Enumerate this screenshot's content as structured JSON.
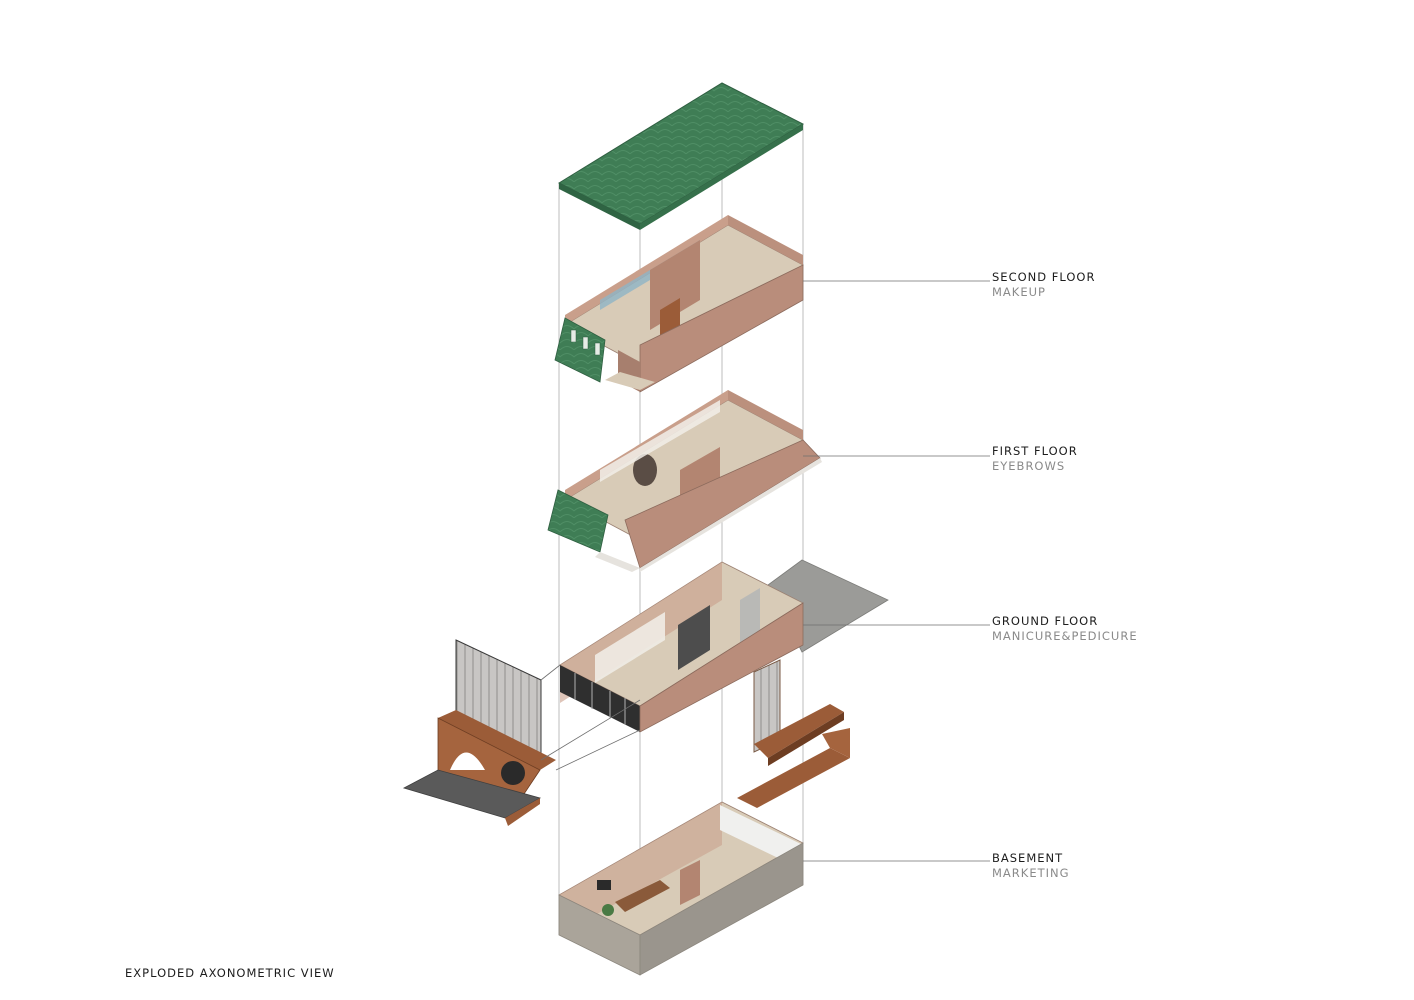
{
  "caption": "EXPLODED AXONOMETRIC VIEW",
  "levels": [
    {
      "name": "SECOND FLOOR",
      "use": "MAKEUP"
    },
    {
      "name": "FIRST FLOOR",
      "use": "EYEBROWS"
    },
    {
      "name": "GROUND FLOOR",
      "use": "MANICURE&PEDICURE"
    },
    {
      "name": "BASEMENT",
      "use": "MARKETING"
    }
  ],
  "colors": {
    "roof_green": "#3f7d55",
    "wall_pink": "#b98d7b",
    "floor_beige": "#d8cbb7",
    "wood_copper": "#9b5c38",
    "concrete_grey": "#9b9b98",
    "basement_grey": "#aaa49a",
    "leader_line": "#6f6f6f"
  }
}
